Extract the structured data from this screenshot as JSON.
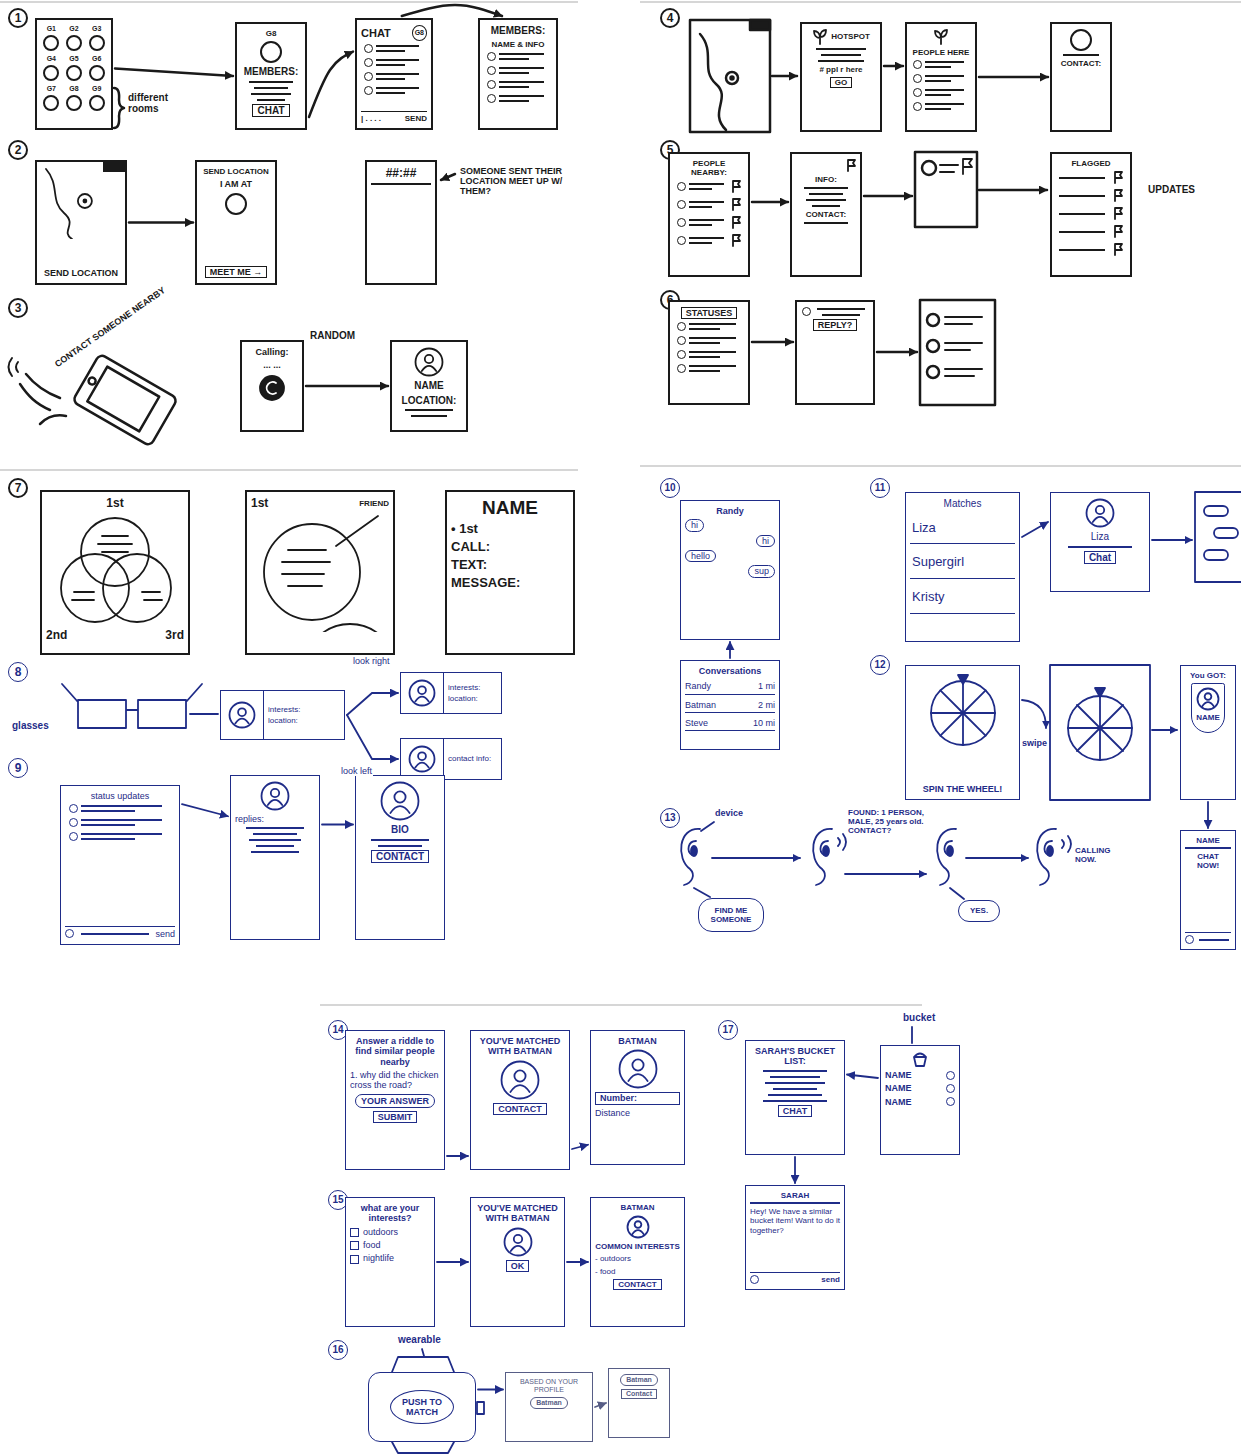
{
  "diagram": {
    "nodes": [
      {
        "text": [
          "1"
        ]
      },
      {
        "text": [
          "G1",
          "G2",
          "G3",
          "G4",
          "G5",
          "G6",
          "G7",
          "G8",
          "G9"
        ]
      },
      {
        "text": [
          "G8",
          "MEMBERS:",
          "CHAT"
        ]
      },
      {
        "text": [
          "CHAT",
          "G8",
          "| . . . .",
          "SEND"
        ]
      },
      {
        "text": [
          "MEMBERS:",
          "NAME & INFO"
        ]
      },
      {
        "text": [
          "2"
        ]
      },
      {
        "text": [
          "SEND LOCATION"
        ]
      },
      {
        "text": [
          "SEND LOCATION",
          "I AM AT",
          "MEET ME →"
        ]
      },
      {
        "text": [
          "##:##"
        ]
      },
      {
        "text": [
          "3"
        ]
      },
      {
        "text": [
          "Calling:",
          "... ..."
        ]
      },
      {
        "text": [
          "NAME",
          "LOCATION:"
        ]
      },
      {
        "text": [
          "4"
        ]
      },
      {
        "text": [
          "HOTSPOT",
          "# ppl r here",
          "GO"
        ]
      },
      {
        "text": [
          "PEOPLE HERE"
        ]
      },
      {
        "text": [
          "CONTACT:"
        ]
      },
      {
        "text": [
          "5"
        ]
      },
      {
        "text": [
          "PEOPLE NEARBY:"
        ]
      },
      {
        "text": [
          "INFO:",
          "CONTACT:"
        ]
      },
      {
        "text": [
          "FLAGGED"
        ]
      },
      {
        "text": [
          "6"
        ]
      },
      {
        "text": [
          "STATUSES"
        ]
      },
      {
        "text": [
          "REPLY?"
        ]
      },
      {
        "text": [
          "7"
        ]
      },
      {
        "text": [
          "1st",
          "2nd",
          "3rd"
        ]
      },
      {
        "text": [
          "1st",
          "FRIEND"
        ]
      },
      {
        "text": [
          "NAME",
          "• 1st",
          "CALL:",
          "TEXT:",
          "MESSAGE:"
        ]
      },
      {
        "text": [
          "8"
        ]
      },
      {
        "text": [
          "interests:",
          "location:"
        ]
      },
      {
        "text": [
          "interests:",
          "location:"
        ]
      },
      {
        "text": [
          "contact info:"
        ]
      },
      {
        "text": [
          "9"
        ]
      },
      {
        "text": [
          "status updates",
          "send"
        ]
      },
      {
        "text": [
          "replies:"
        ]
      },
      {
        "text": [
          "BIO",
          "CONTACT"
        ]
      },
      {
        "text": [
          "10"
        ]
      },
      {
        "text": [
          "Randy",
          "hi",
          "hi",
          "hello",
          "sup"
        ]
      },
      {
        "text": [
          "Conversations",
          "Randy",
          "1 mi",
          "Batman",
          "2 mi",
          "Steve",
          "10 mi"
        ]
      },
      {
        "text": [
          "11"
        ]
      },
      {
        "text": [
          "Matches",
          "Liza",
          "Supergirl",
          "Kristy"
        ]
      },
      {
        "text": [
          "Liza",
          "Chat"
        ]
      },
      {
        "text": [
          "12"
        ]
      },
      {
        "text": [
          "SPIN THE WHEEL!"
        ]
      },
      {
        "text": [
          "You GOT:",
          "NAME"
        ]
      },
      {
        "text": [
          "NAME",
          "CHAT NOW!"
        ]
      },
      {
        "text": [
          "13"
        ]
      },
      {
        "text": [
          "FIND ME SOMEONE"
        ]
      },
      {
        "text": [
          "YES."
        ]
      },
      {
        "text": [
          "14"
        ]
      },
      {
        "text": [
          "Answer a riddle to find similar people nearby",
          "1. why did the chicken cross the road?",
          "YOUR ANSWER",
          "SUBMIT"
        ]
      },
      {
        "text": [
          "YOU'VE MATCHED WITH BATMAN",
          "CONTACT"
        ]
      },
      {
        "text": [
          "BATMAN",
          "Number:",
          "Distance"
        ]
      },
      {
        "text": [
          "15"
        ]
      },
      {
        "text": [
          "what are your interests?",
          "outdoors",
          "food",
          "nightlife"
        ]
      },
      {
        "text": [
          "YOU'VE MATCHED WITH BATMAN",
          "OK"
        ]
      },
      {
        "text": [
          "BATMAN",
          "COMMON INTERESTS",
          "- outdoors",
          "- food",
          "CONTACT"
        ]
      },
      {
        "text": [
          "16"
        ]
      },
      {
        "text": [
          "PUSH TO MATCH"
        ]
      },
      {
        "text": [
          "BASED ON YOUR PROFILE",
          "Batman"
        ]
      },
      {
        "text": [
          "Batman",
          "Contact"
        ]
      },
      {
        "text": [
          "17"
        ]
      },
      {
        "text": [
          "NAME",
          "NAME",
          "NAME"
        ]
      },
      {
        "text": [
          "SARAH'S BUCKET LIST:",
          "CHAT"
        ]
      },
      {
        "text": [
          "SARAH",
          "Hey! We have a similar bucket item! Want to do it together?",
          "send"
        ]
      }
    ],
    "edges": [
      {
        "from": 1,
        "to": 2,
        "arrow": "to"
      },
      {
        "from": 2,
        "to": 3,
        "arrow": "to"
      },
      {
        "from": 3,
        "to": 4,
        "arrow": "to"
      },
      {
        "from": 6,
        "to": 7,
        "arrow": "to"
      },
      {
        "from": 10,
        "to": 11,
        "arrow": "to"
      },
      {
        "from": 13,
        "to": 14,
        "arrow": "to"
      },
      {
        "from": 14,
        "to": 15,
        "arrow": "to"
      },
      {
        "from": 17,
        "to": 18,
        "arrow": "to"
      },
      {
        "from": 21,
        "to": 22,
        "arrow": "to"
      },
      {
        "from": 28,
        "to": 29,
        "label": "look right",
        "arrow": "to"
      },
      {
        "from": 28,
        "to": 30,
        "label": "look left",
        "arrow": "to"
      },
      {
        "from": 32,
        "to": 33,
        "arrow": "to"
      },
      {
        "from": 33,
        "to": 34,
        "arrow": "to"
      },
      {
        "from": 37,
        "to": 36,
        "arrow": "to"
      },
      {
        "from": 39,
        "to": 40,
        "arrow": "to"
      },
      {
        "from": 43,
        "to": 44,
        "arrow": "to"
      },
      {
        "from": 49,
        "to": 50,
        "arrow": "to"
      },
      {
        "from": 50,
        "to": 51,
        "arrow": "to"
      },
      {
        "from": 53,
        "to": 54,
        "arrow": "to"
      },
      {
        "from": 54,
        "to": 55,
        "arrow": "to"
      },
      {
        "from": 57,
        "to": 58,
        "arrow": "to"
      },
      {
        "from": 58,
        "to": 59,
        "arrow": "to"
      },
      {
        "from": 61,
        "to": 62,
        "arrow": "to"
      },
      {
        "from": 62,
        "to": 63,
        "arrow": "to"
      }
    ],
    "labels": [
      "different rooms",
      "SOMEONE SENT THEIR LOCATION MEET UP W/ THEM?",
      "CONTACT SOMEONE NEARBY",
      "RANDOM",
      "UPDATES",
      "glasses",
      "device",
      "FOUND: 1 PERSON, MALE, 25 years old. CONTACT?",
      "CALLING NOW.",
      "swipe",
      "wearable",
      "bucket"
    ]
  }
}
